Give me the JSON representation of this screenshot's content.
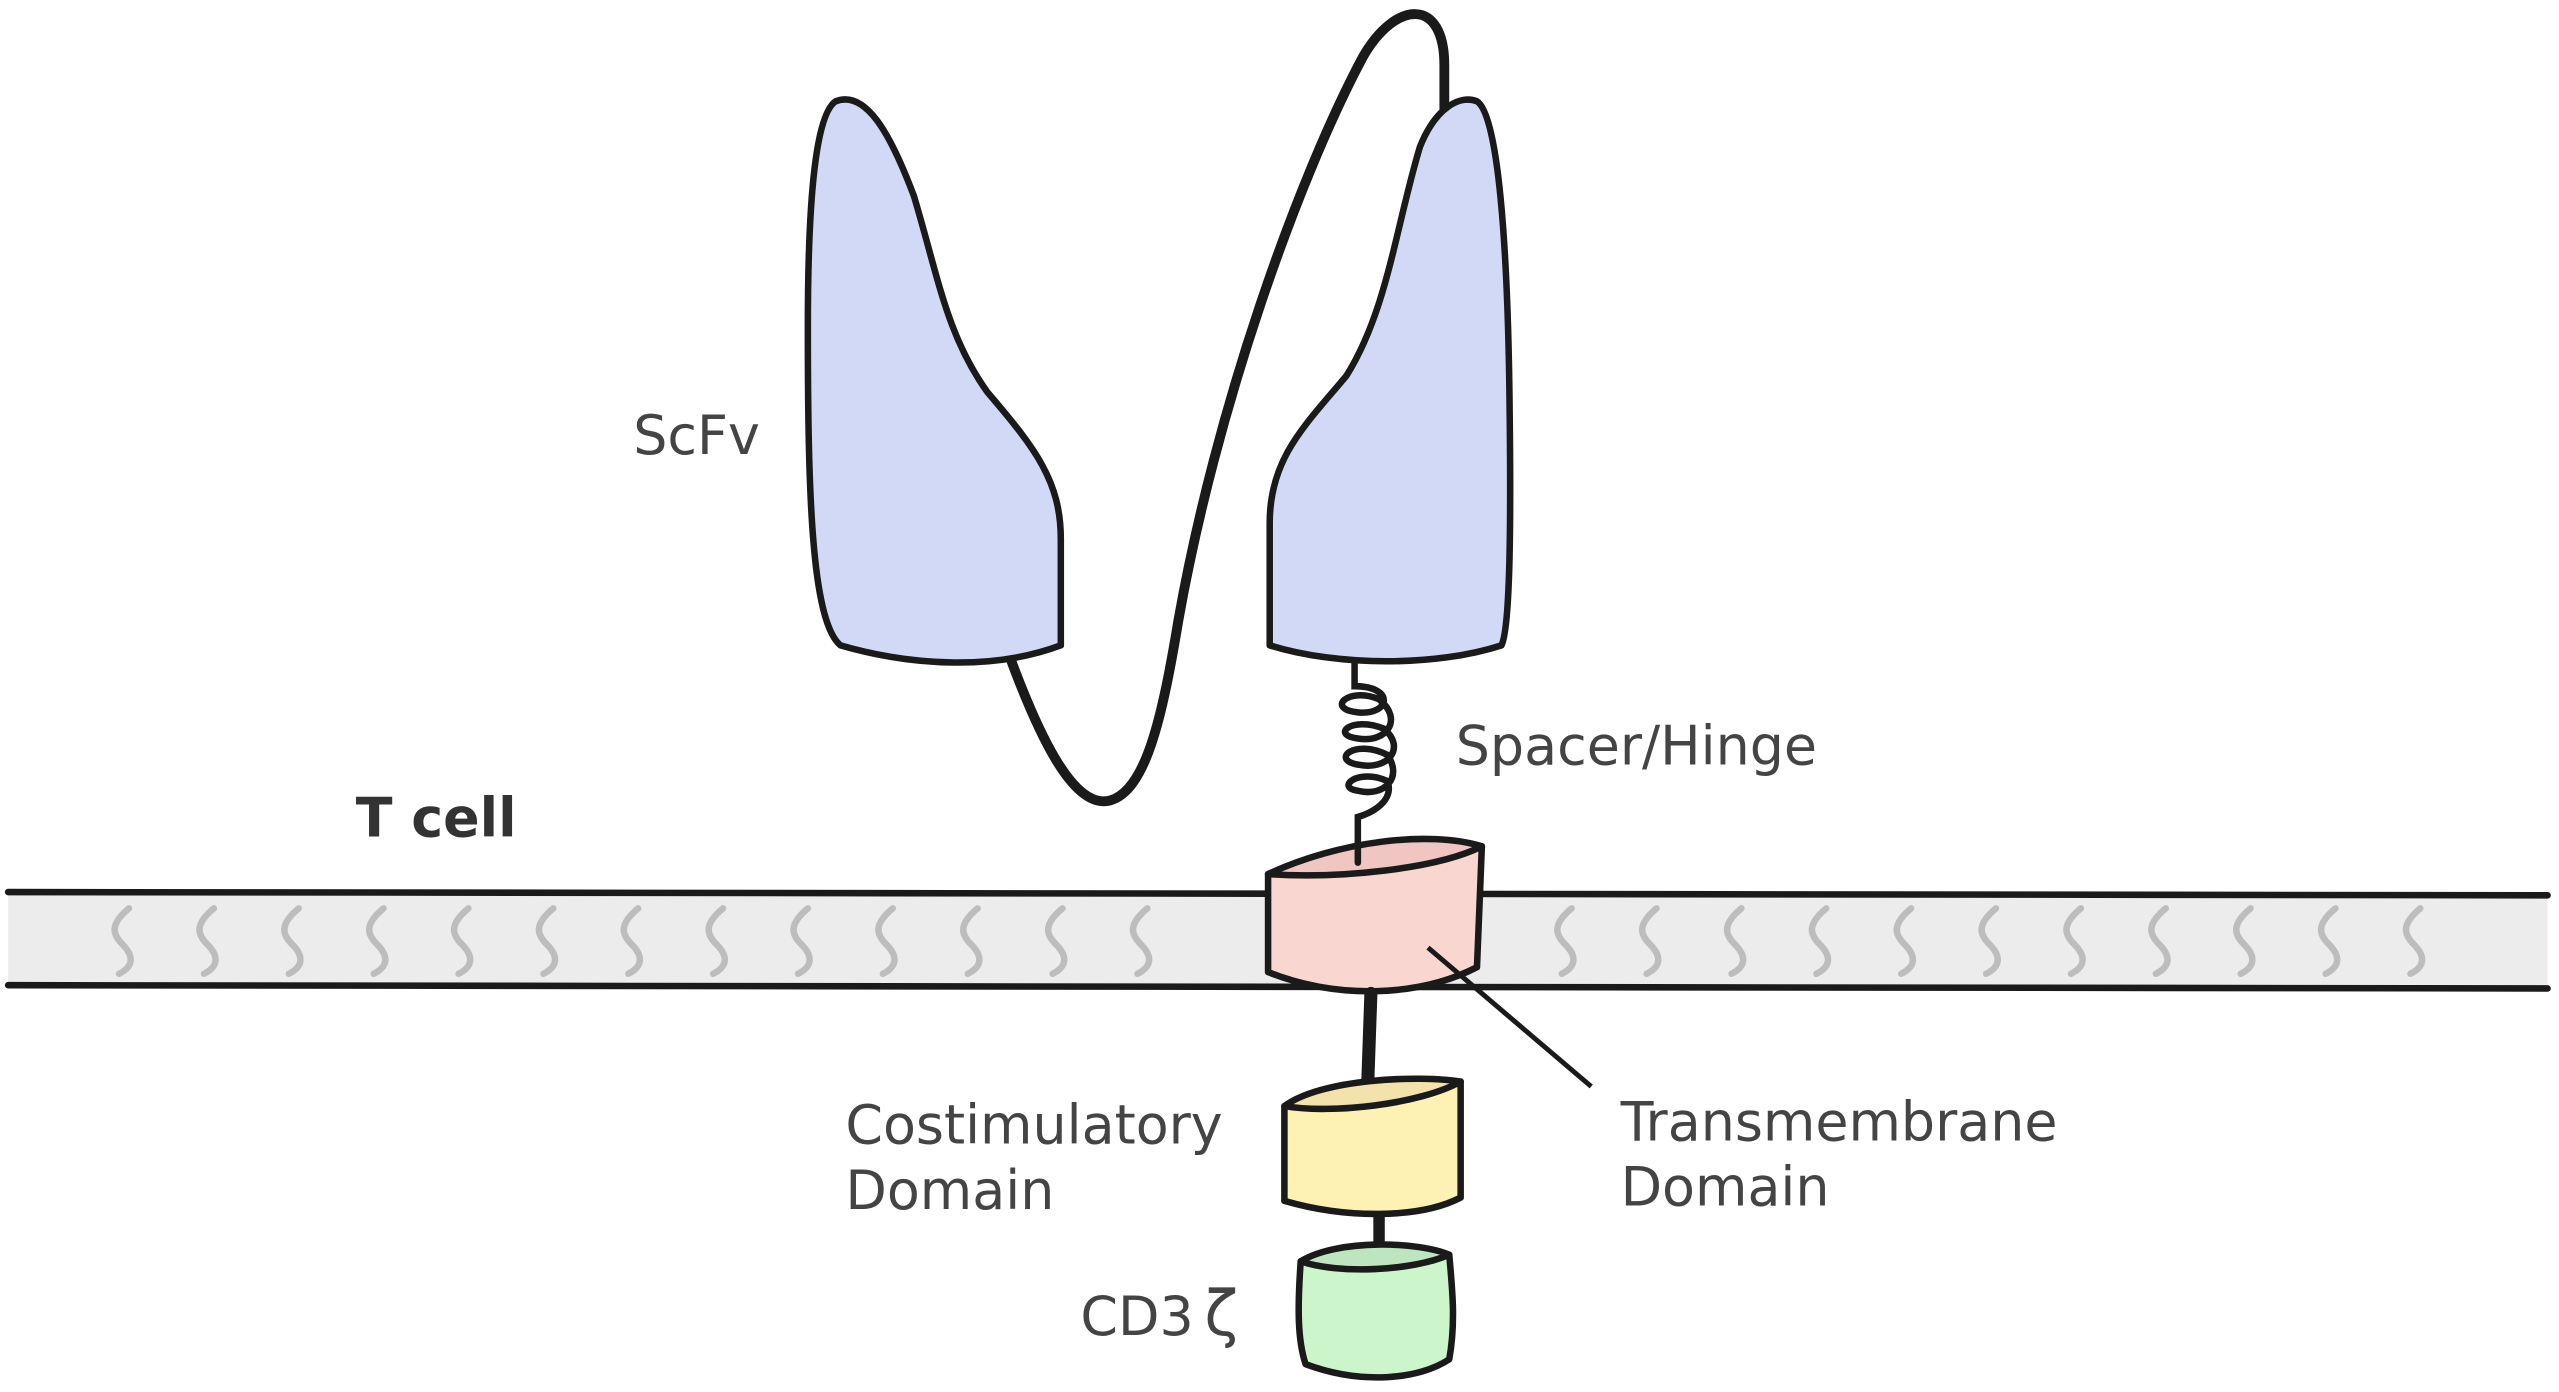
{
  "diagram": {
    "title_cell": "T cell",
    "labels": {
      "scfv": "ScFv",
      "spacer": "Spacer/Hinge",
      "costim_line1": "Costimulatory",
      "costim_line2": "Domain",
      "tm_line1": "Transmembrane",
      "tm_line2": "Domain",
      "cd3": "CD3",
      "zeta": "ζ"
    },
    "colors": {
      "scfv": "#d2d9f7",
      "membrane": "#ececec",
      "transmembrane": "#fad6d0",
      "costimulatory": "#fdf1b3",
      "cd3z": "#cdf5cb"
    }
  }
}
